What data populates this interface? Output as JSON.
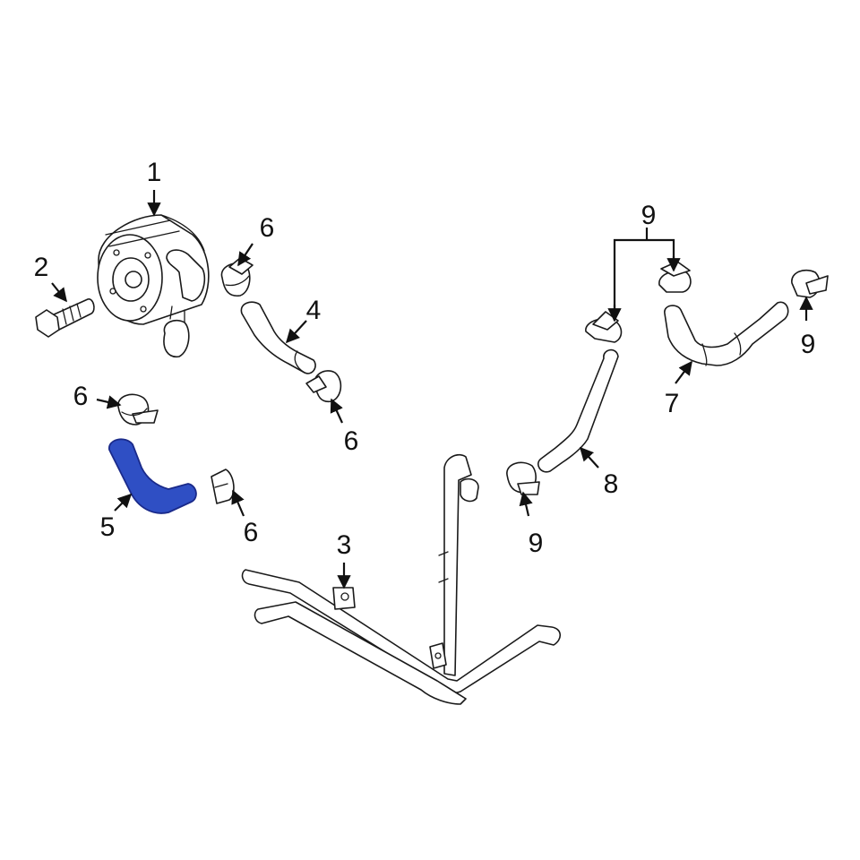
{
  "colors": {
    "background": "#ffffff",
    "line": "#1a1a1a",
    "highlight_fill": "#2f4fc4",
    "highlight_stroke": "#1a2a8a"
  },
  "highlighted_part": "5",
  "callouts": [
    {
      "id": "c1",
      "label": "1"
    },
    {
      "id": "c2",
      "label": "2"
    },
    {
      "id": "c3",
      "label": "3"
    },
    {
      "id": "c4",
      "label": "4"
    },
    {
      "id": "c5",
      "label": "5"
    },
    {
      "id": "c6a",
      "label": "6"
    },
    {
      "id": "c6b",
      "label": "6"
    },
    {
      "id": "c6c",
      "label": "6"
    },
    {
      "id": "c6d",
      "label": "6"
    },
    {
      "id": "c7",
      "label": "7"
    },
    {
      "id": "c8",
      "label": "8"
    },
    {
      "id": "c9a",
      "label": "9"
    },
    {
      "id": "c9b",
      "label": "9"
    },
    {
      "id": "c9c",
      "label": "9"
    }
  ]
}
